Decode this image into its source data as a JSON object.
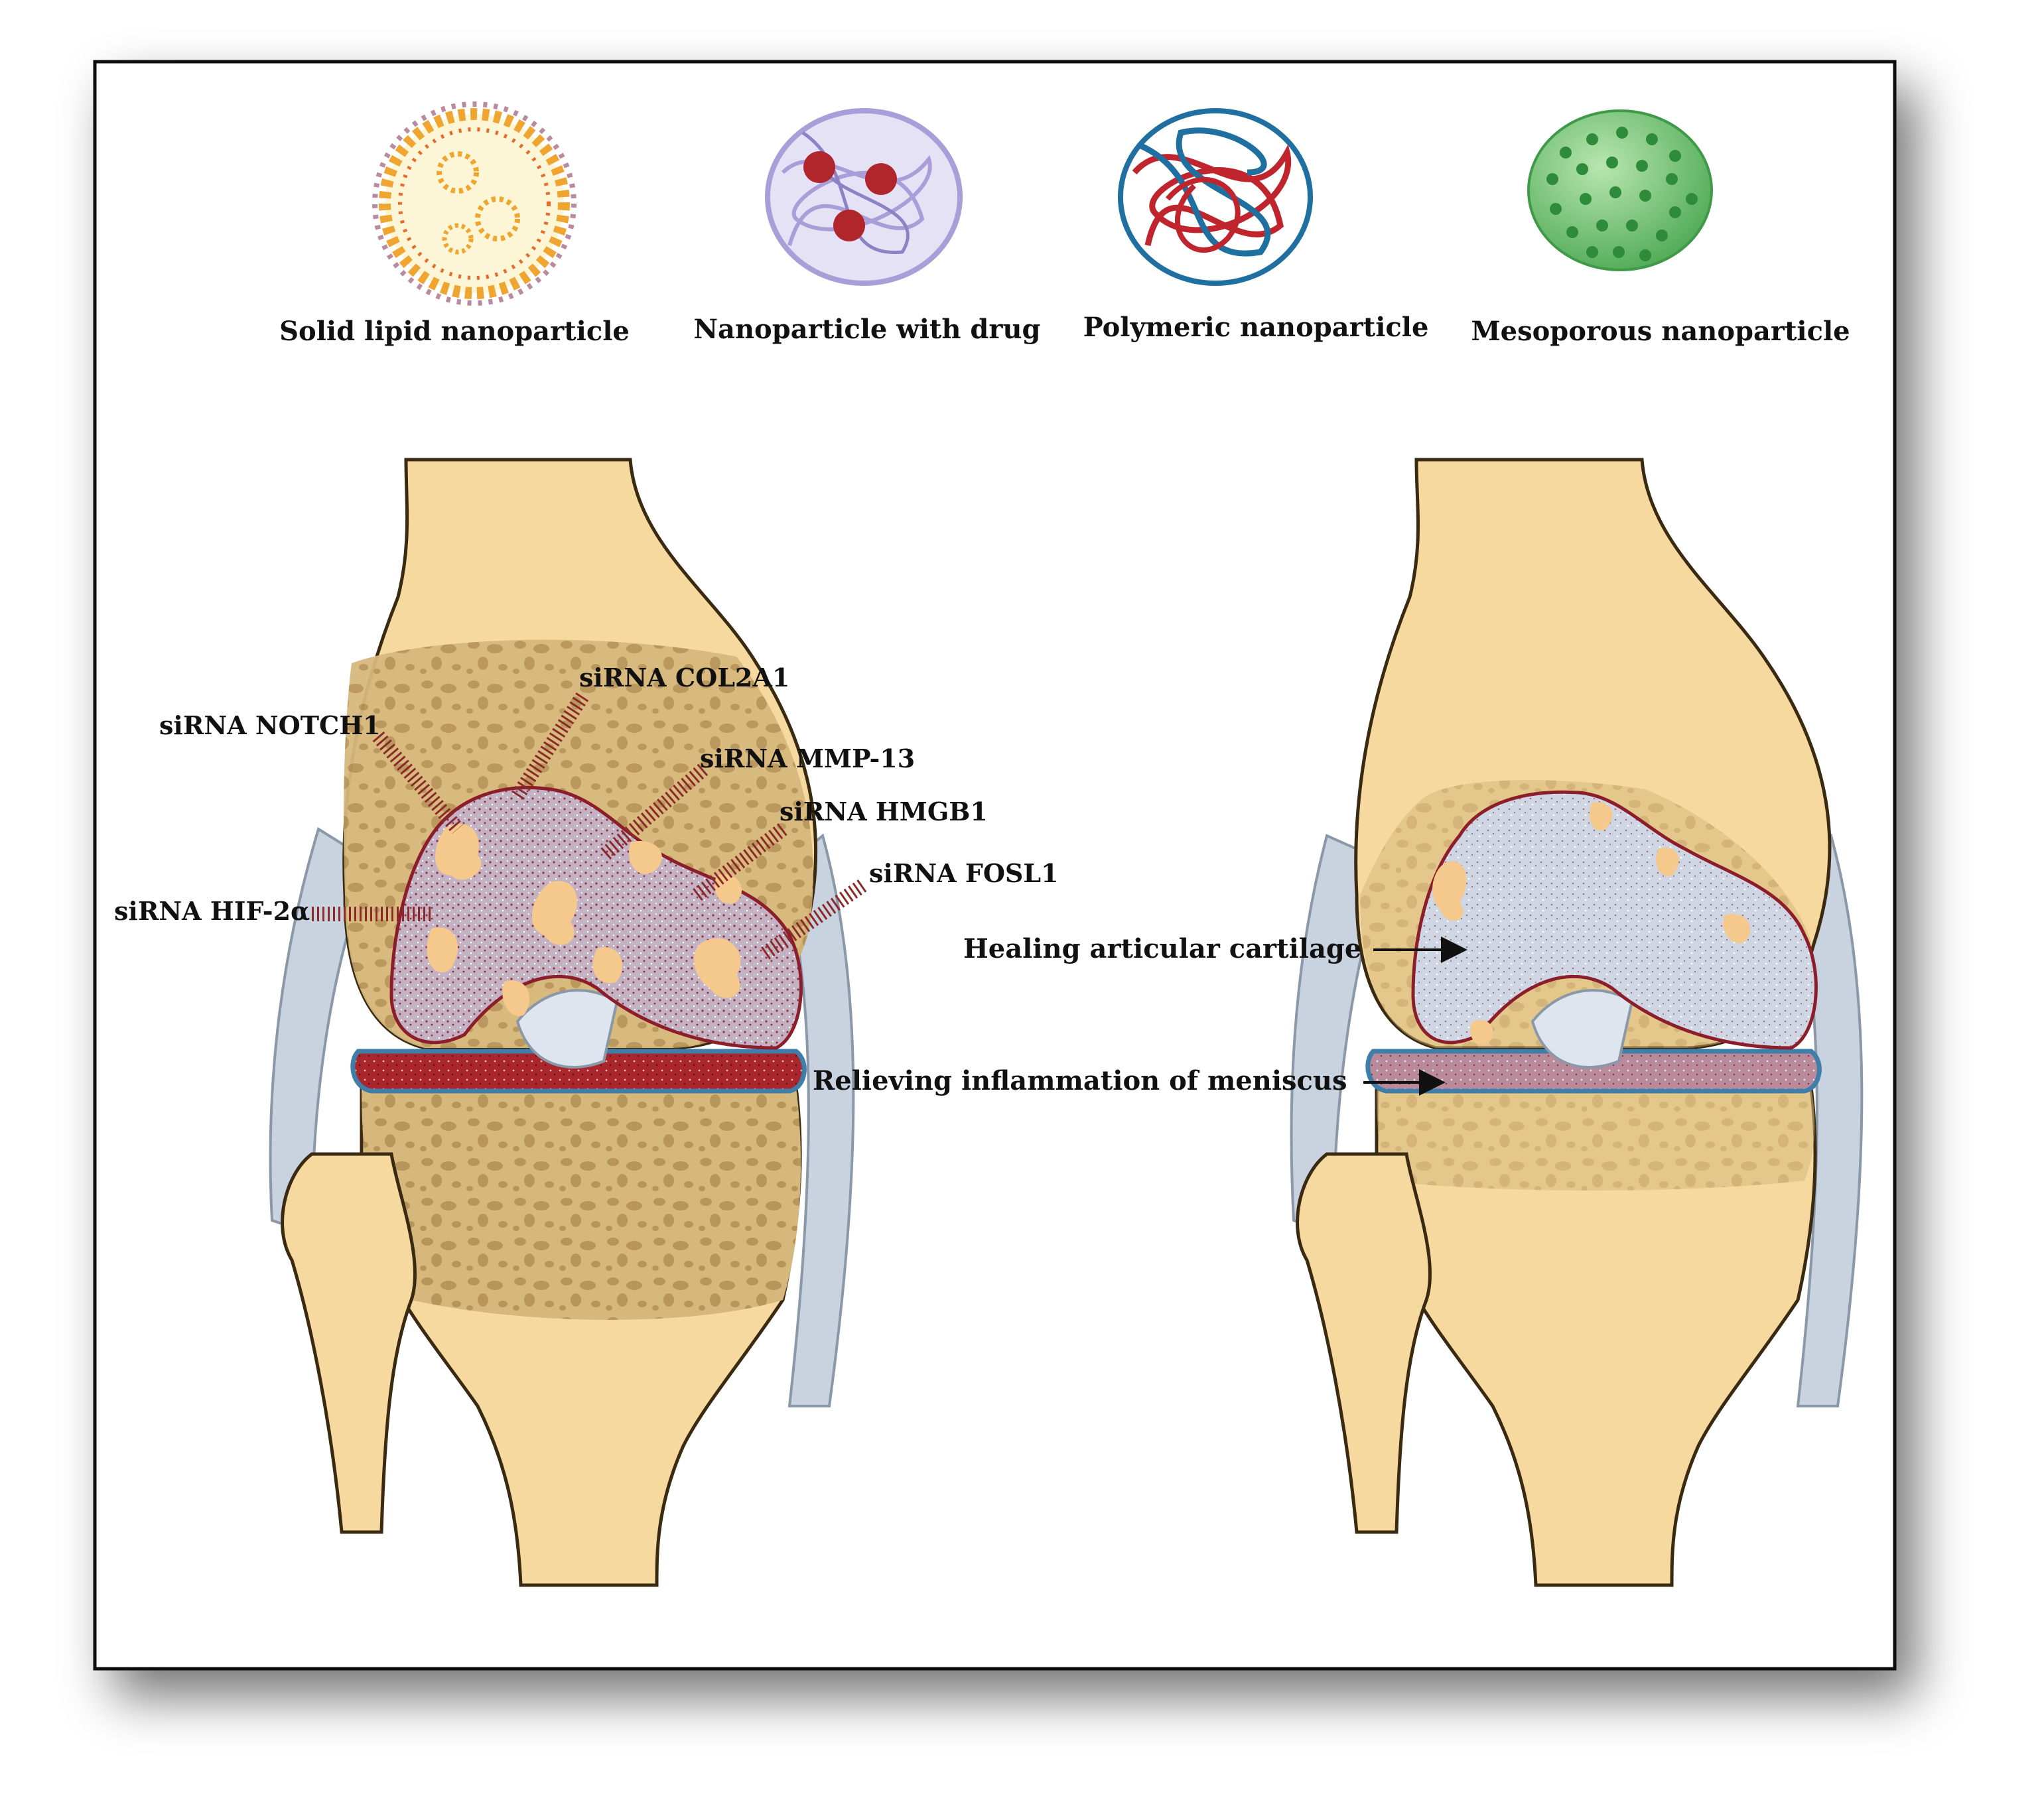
{
  "nanoparticles": [
    {
      "name": "solid-lipid",
      "label": "Solid lipid nanoparticle"
    },
    {
      "name": "drug-loaded",
      "label": "Nanoparticle with drug"
    },
    {
      "name": "polymeric",
      "label": "Polymeric nanoparticle"
    },
    {
      "name": "mesoporous",
      "label": "Mesoporous nanoparticle"
    }
  ],
  "sirna_targets": [
    {
      "name": "notch1",
      "label": "siRNA NOTCH1"
    },
    {
      "name": "col2a1",
      "label": "siRNA COL2A1"
    },
    {
      "name": "mmp13",
      "label": "siRNA MMP-13"
    },
    {
      "name": "hmgb1",
      "label": "siRNA HMGB1"
    },
    {
      "name": "fosl1",
      "label": "siRNA FOSL1"
    },
    {
      "name": "hif2a",
      "label": "siRNA HIF-2α"
    }
  ],
  "annotations": {
    "cartilage": "Healing articular cartilage",
    "meniscus": "Relieving inflammation of meniscus"
  },
  "colors": {
    "bone": "#f6d99e",
    "bone_outline": "#3a2a12",
    "spongy_bone": "#d2b47a",
    "spongy_hole": "#b8955a",
    "cartilage_damaged": "#b79aa6",
    "cartilage_healing": "#c7cfdb",
    "lesion": "#f5c98c",
    "ligament": "#c9d3df",
    "meniscus_red": "#a8262c",
    "meniscus_blue": "#3f7ea8",
    "sirna_stripe": "#8b2a2a",
    "lipid_head": "#f0a530",
    "lipid_core": "#fdf6d6",
    "drug_shell": "#a99ed8",
    "drug_core": "#b0262c",
    "polymer_red": "#c0242c",
    "polymer_blue": "#1f6fa0",
    "meso_fill": "#8dd08a",
    "meso_pore": "#2e8b3a"
  }
}
